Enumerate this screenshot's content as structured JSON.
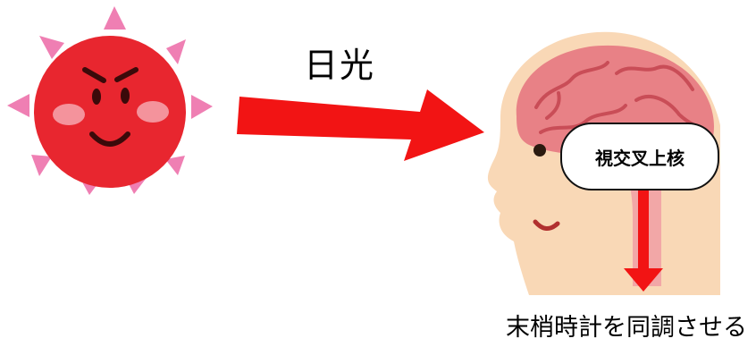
{
  "labels": {
    "sunlight": "日光",
    "nucleus": "視交叉上核",
    "caption": "末梢時計を同調させる"
  },
  "colors": {
    "sun": "#e8262f",
    "sun_rays": "#ef7fb3",
    "arrow": "#f21414",
    "skin": "#f9d8b6",
    "brain": "#e88186",
    "brain_dark": "#c94d57",
    "spine": "#f2a7a7"
  },
  "icons": [
    "sun-icon",
    "head-icon",
    "brain-icon"
  ]
}
